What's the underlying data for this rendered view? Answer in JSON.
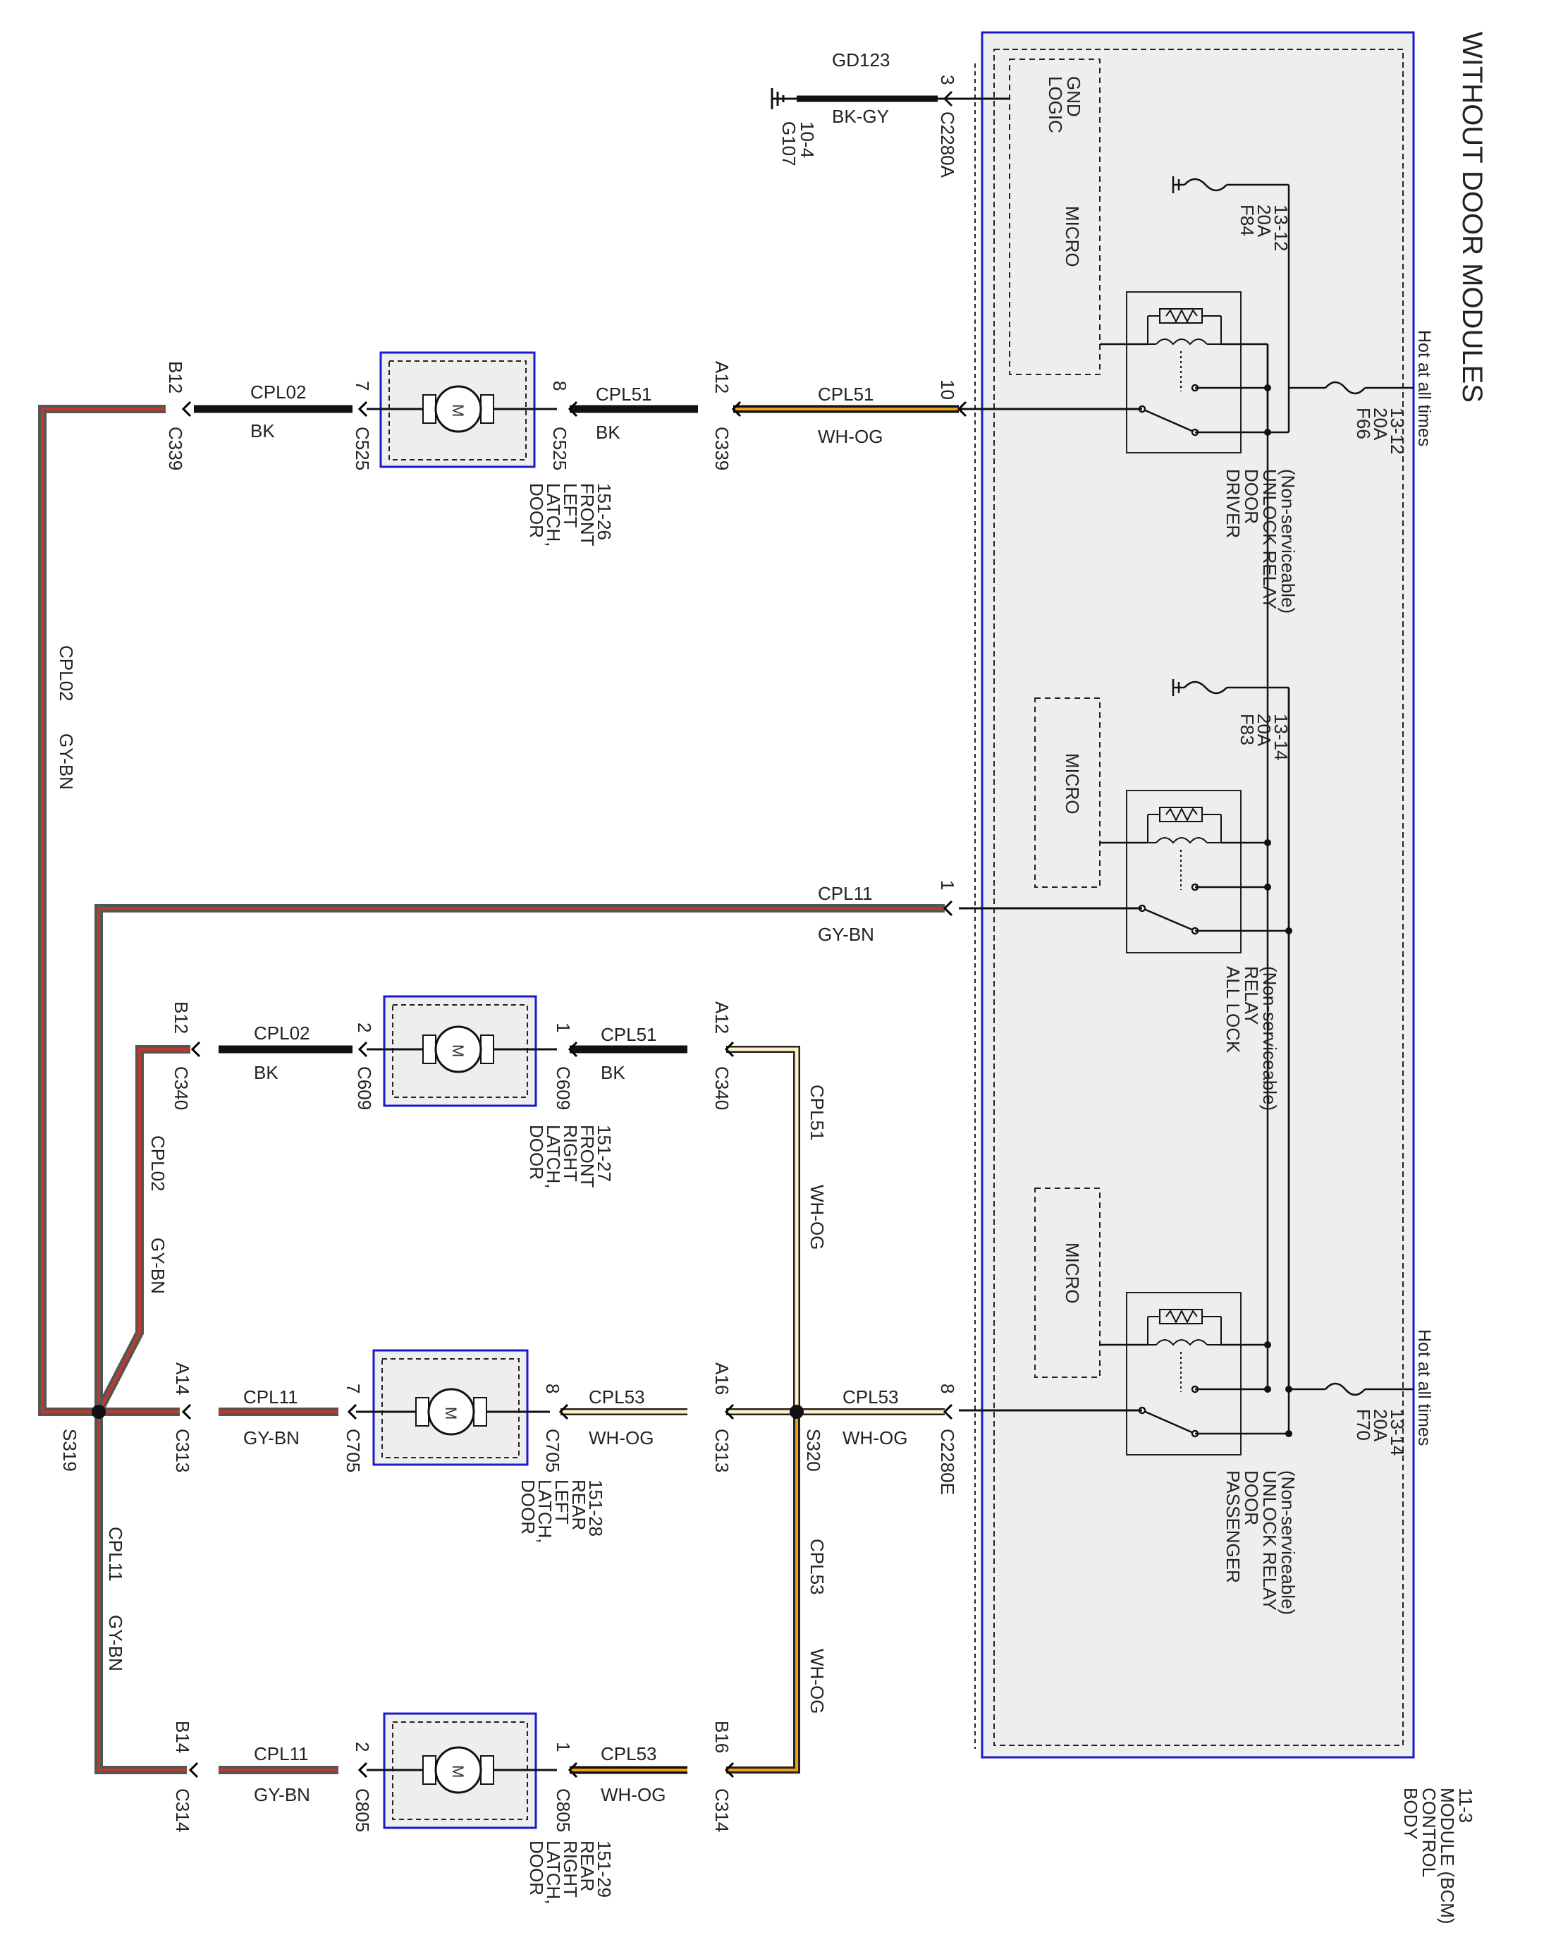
{
  "title": "WITHOUT DOOR MODULES",
  "hot_label": "Hot at all times",
  "bcm": {
    "lines": [
      "BODY",
      "CONTROL",
      "MODULE (BCM)",
      "11-3"
    ]
  },
  "logic_gnd": [
    "LOGIC",
    "GND"
  ],
  "micro_label": "MICRO",
  "ground": {
    "name": "G107",
    "ref": "10-4",
    "circuit": "GD123",
    "color": "BK-GY",
    "pin": "3",
    "connector": "C2280A"
  },
  "fuses": {
    "f84": [
      "F84",
      "20A",
      "13-12"
    ],
    "f66": [
      "F66",
      "20A",
      "13-12"
    ],
    "f83": [
      "F83",
      "20A",
      "13-14"
    ],
    "f70": [
      "F70",
      "20A",
      "13-14"
    ]
  },
  "relays": {
    "driver": [
      "DRIVER",
      "DOOR",
      "UNLOCK RELAY",
      "(Non-serviceable)"
    ],
    "alllock": [
      "ALL LOCK",
      "RELAY",
      "(Non-serviceable)"
    ],
    "passenger": [
      "PASSENGER",
      "DOOR",
      "UNLOCK RELAY",
      "(Non-serviceable)"
    ]
  },
  "motor_symbol": "M",
  "latches": {
    "lf": [
      "DOOR",
      "LATCH,",
      "LEFT",
      "FRONT",
      "151-26"
    ],
    "rf": [
      "DOOR",
      "LATCH,",
      "RIGHT",
      "FRONT",
      "151-27"
    ],
    "lr": [
      "DOOR",
      "LATCH,",
      "LEFT",
      "REAR",
      "151-28"
    ],
    "rr": [
      "DOOR",
      "LATCH,",
      "RIGHT",
      "REAR",
      "151-29"
    ]
  },
  "labels": {
    "p10": "10",
    "cpl51_a": "CPL51",
    "whog_a": "WH-OG",
    "a12_1": "A12",
    "c339_1": "C339",
    "cpl51_b": "CPL51",
    "bk_b": "BK",
    "p8_c525": "8",
    "c525_1": "C525",
    "p7_c525": "7",
    "c525_2": "C525",
    "cpl02_c": "CPL02",
    "bk_c": "BK",
    "b12_1": "B12",
    "c339_2": "C339",
    "cpl02_v": "CPL02",
    "gybn_v": "GY-BN",
    "p1": "1",
    "cpl11_a": "CPL11",
    "gybn_a": "GY-BN",
    "a12_2": "A12",
    "c340_1": "C340",
    "cpl51_d": "CPL51",
    "bk_d": "BK",
    "p1_c609": "1",
    "c609_1": "C609",
    "p2_c609": "2",
    "c609_2": "C609",
    "cpl02_e": "CPL02",
    "bk_e": "BK",
    "b12_2": "B12",
    "c340_2": "C340",
    "cpl51_v2": "CPL51",
    "whog_v2": "WH-OG",
    "cpl02_v2": "CPL02",
    "gybn_v2": "GY-BN",
    "p8": "8",
    "cpl53_a": "CPL53",
    "whog_c": "WH-OG",
    "c2280e": "C2280E",
    "s320": "S320",
    "a16": "A16",
    "c313_1": "C313",
    "cpl53_b": "CPL53",
    "whog_d": "WH-OG",
    "p8_c705": "8",
    "c705_1": "C705",
    "p7_c705": "7",
    "c705_2": "C705",
    "cpl11_b": "CPL11",
    "gybn_b": "GY-BN",
    "a14": "A14",
    "c313_2": "C313",
    "s319": "S319",
    "cpl53_v": "CPL53",
    "whog_v3": "WH-OG",
    "cpl11_v": "CPL11",
    "gybn_v3": "GY-BN",
    "b16": "B16",
    "c314_1": "C314",
    "cpl53_c": "CPL53",
    "whog_e": "WH-OG",
    "p1_c805": "1",
    "c805_1": "C805",
    "p2_c805": "2",
    "c805_2": "C805",
    "cpl11_c": "CPL11",
    "gybn_c": "GY-BN",
    "b14": "B14",
    "c314_2": "C314"
  },
  "colors": {
    "wh_og_stripe": "#f0a010",
    "gy_bn_stripe": "#c0392b",
    "module_border": "#1a1acc"
  }
}
